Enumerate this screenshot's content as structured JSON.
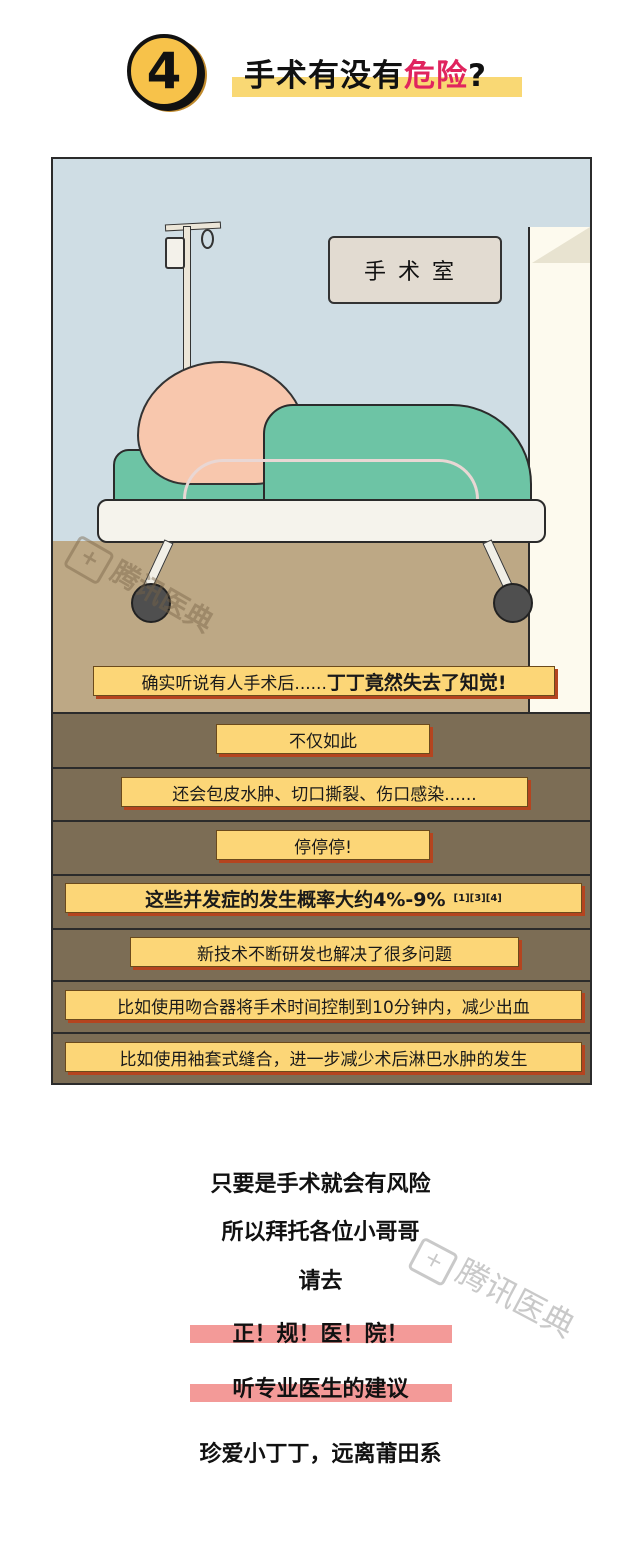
{
  "header": {
    "number": "4",
    "title_prefix": "手术有没有",
    "title_highlight": "危险",
    "title_suffix": "?"
  },
  "scene": {
    "sign_text": "手术室",
    "watermark": "腾讯医典",
    "watermark_icon": "+"
  },
  "captions": [
    {
      "text": "确实听说有人手术后......",
      "bold": "丁丁竟然失去了知觉!"
    },
    {
      "text": "不仅如此"
    },
    {
      "text": "还会包皮水肿、切口撕裂、伤口感染......"
    },
    {
      "text": "停停停!"
    },
    {
      "bold": "这些并发症的发生概率大约4%-9%",
      "refs": "[1][3][4]"
    },
    {
      "text": "新技术不断研发也解决了很多问题"
    },
    {
      "text": "比如使用吻合器将手术时间控制到10分钟内，减少出血"
    },
    {
      "text": "比如使用袖套式缝合，进一步减少术后淋巴水肿的发生"
    }
  ],
  "outro": {
    "line1": "只要是手术就会有风险",
    "line2": "所以拜托各位小哥哥",
    "line3": "请去",
    "line4": "正！规！医！院！",
    "line5": "听专业医生的建议",
    "line6": "珍爱小丁丁，远离莆田系",
    "watermark": "腾讯医典"
  },
  "colors": {
    "caption_bg": "#fcd677",
    "caption_shadow": "#b5441f",
    "highlight_pink": "#f39a98",
    "title_red": "#e0245e",
    "badge_yellow": "#f7c24a"
  }
}
